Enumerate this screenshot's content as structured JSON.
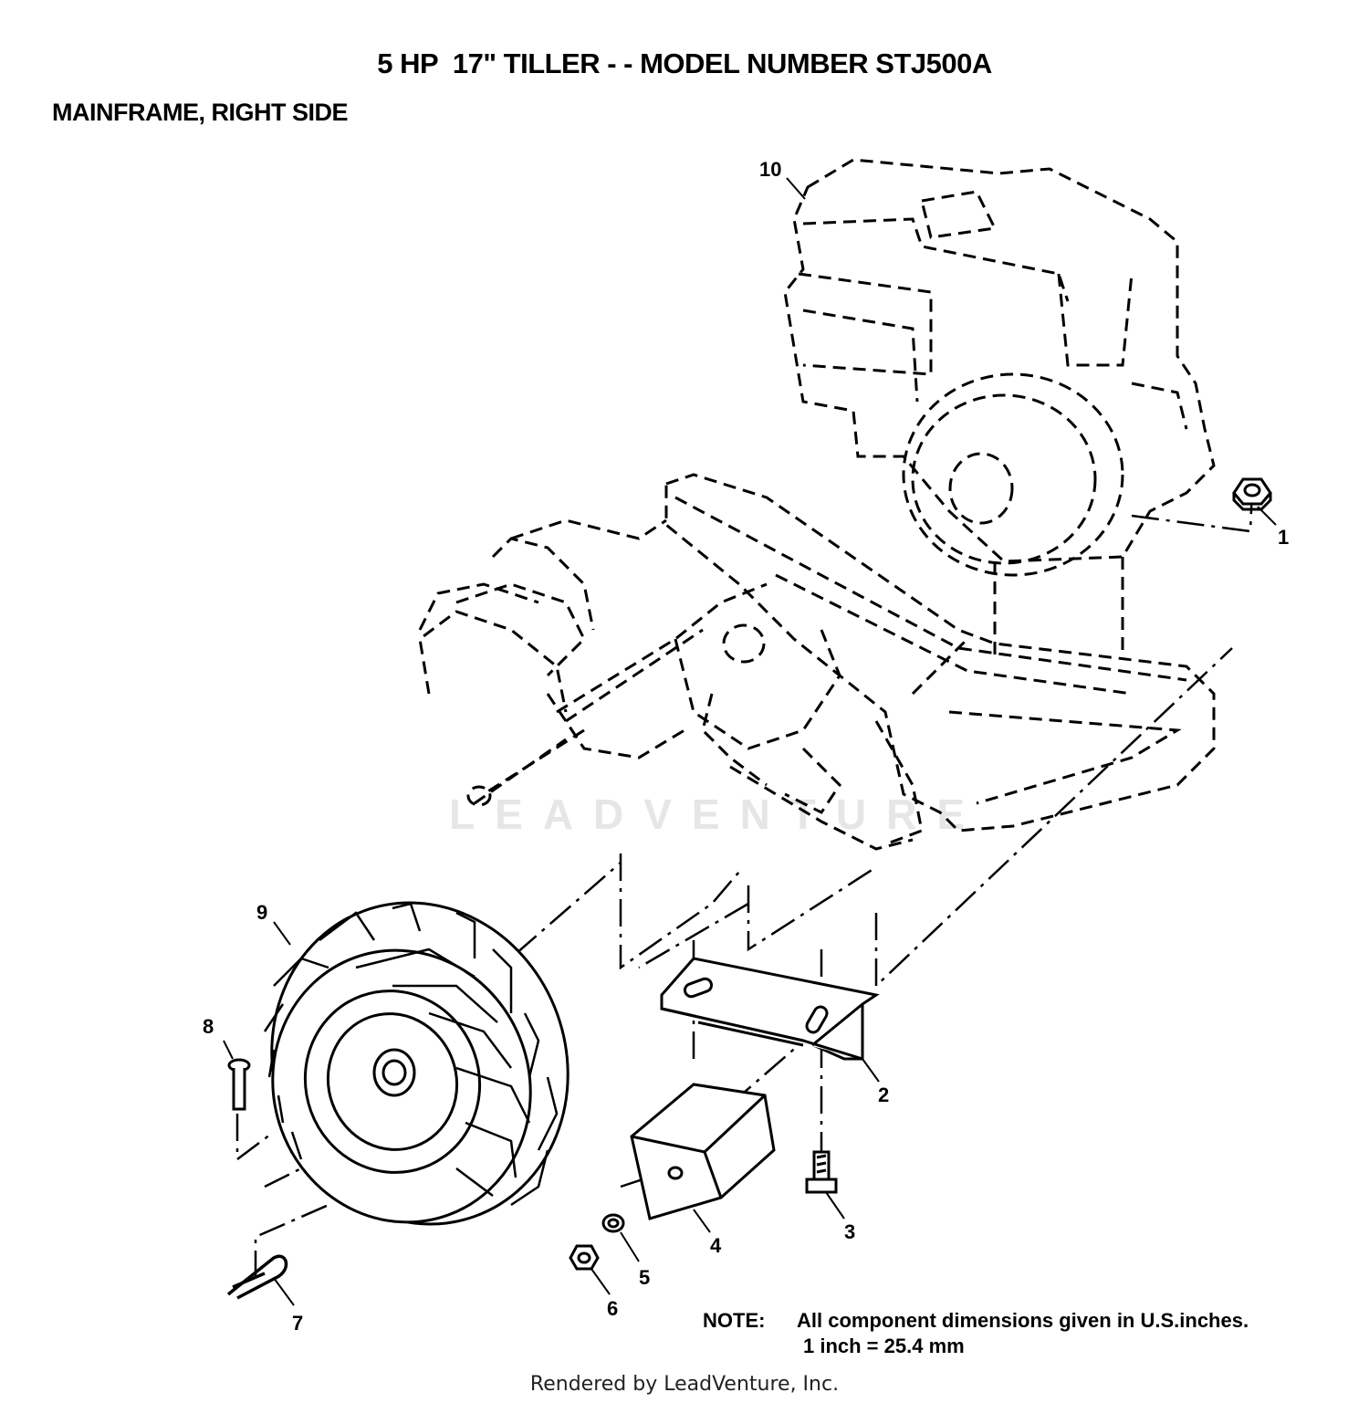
{
  "header": {
    "title": "5 HP  17\" TILLER - - MODEL NUMBER STJ500A",
    "subtitle": "MAINFRAME, RIGHT SIDE"
  },
  "callouts": {
    "c1": "1",
    "c2": "2",
    "c3": "3",
    "c4": "4",
    "c5": "5",
    "c6": "6",
    "c7": "7",
    "c8": "8",
    "c9": "9",
    "c10": "10"
  },
  "note": {
    "label": "NOTE:",
    "line1": "All component dimensions given in U.S.inches.",
    "line2": "1 inch = 25.4 mm"
  },
  "watermark": "LEADVENTURE",
  "footer": "Rendered by LeadVenture, Inc.",
  "colors": {
    "ink": "#000000",
    "watermark": "#e6e6e6",
    "background": "#ffffff"
  }
}
